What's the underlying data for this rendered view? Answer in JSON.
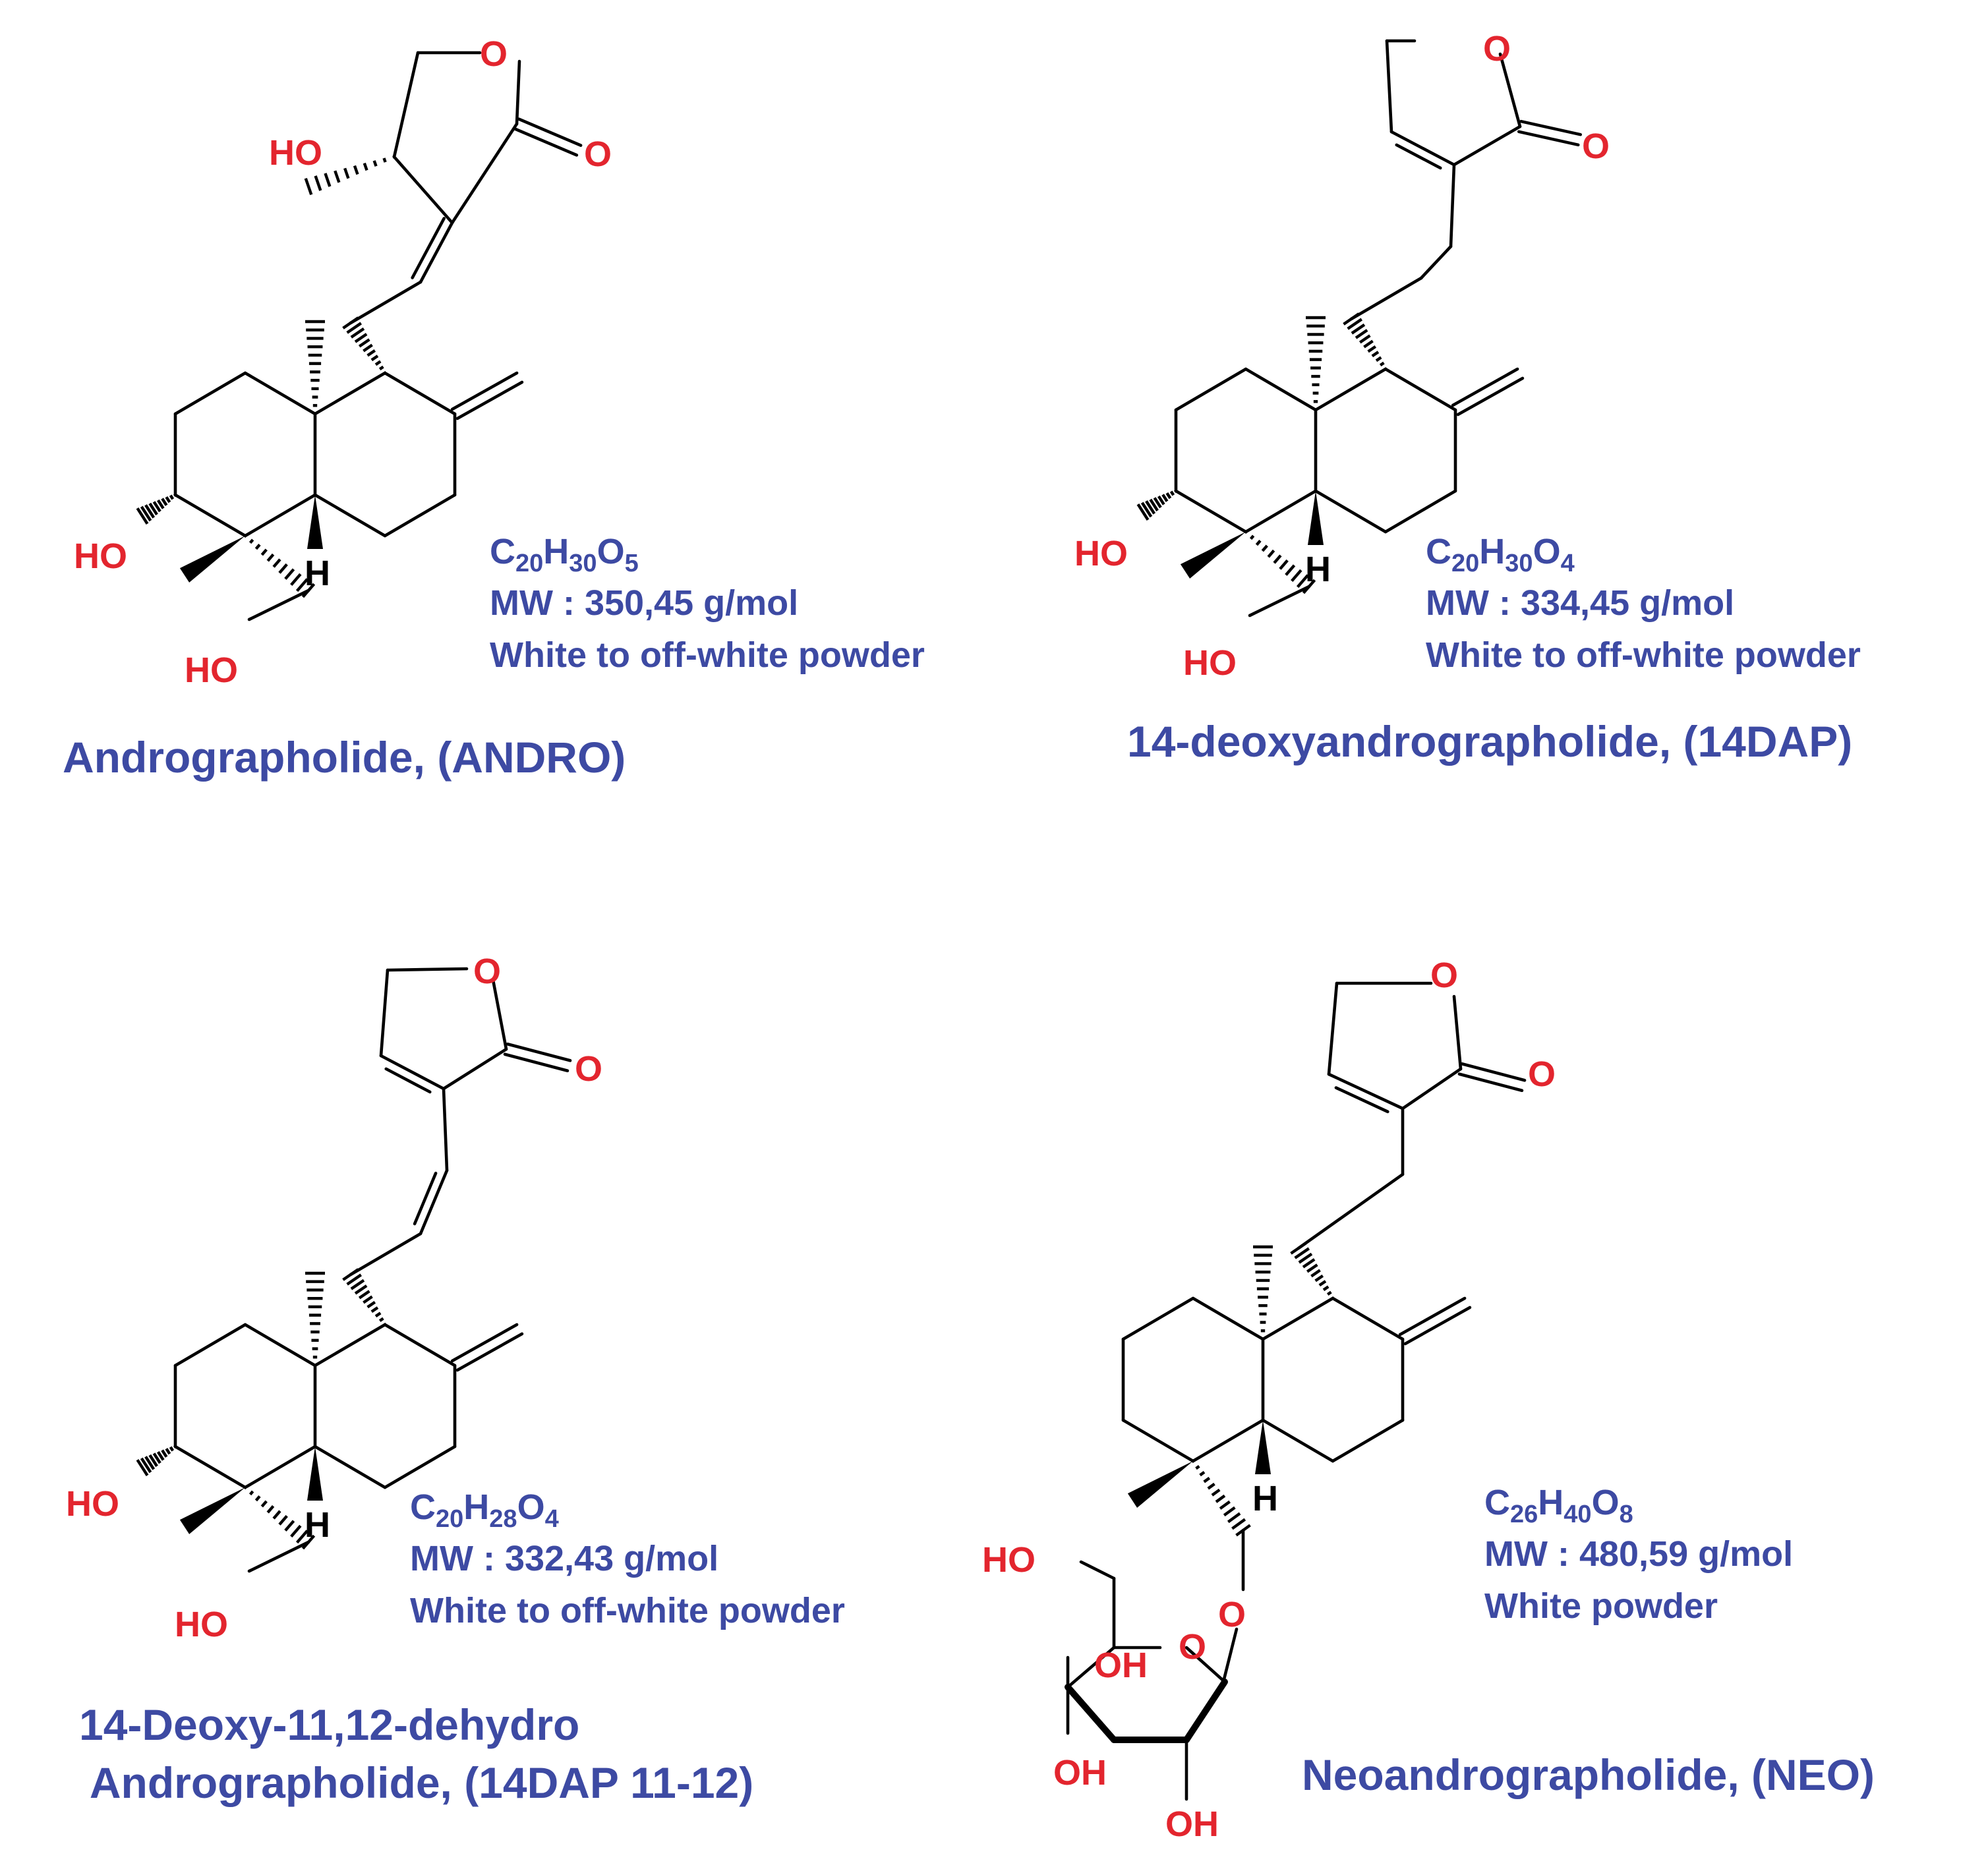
{
  "compounds": [
    {
      "name_lines": [
        "Andrographolide, (ANDRO)"
      ],
      "formula": [
        {
          "t": "C"
        },
        {
          "t": "20",
          "s": true
        },
        {
          "t": "H"
        },
        {
          "t": "30",
          "s": true
        },
        {
          "t": "O"
        },
        {
          "t": "5",
          "s": true
        }
      ],
      "mw": "MW : 350,45 g/mol",
      "appearance": "White to off-white powder"
    },
    {
      "name_lines": [
        "14-deoxyandrographolide, (14DAP)"
      ],
      "formula": [
        {
          "t": "C"
        },
        {
          "t": "20",
          "s": true
        },
        {
          "t": "H"
        },
        {
          "t": "30",
          "s": true
        },
        {
          "t": "O"
        },
        {
          "t": "4",
          "s": true
        }
      ],
      "mw": "MW : 334,45 g/mol",
      "appearance": "White to off-white powder"
    },
    {
      "name_lines": [
        "14-Deoxy-11,12-dehydro",
        " Andrographolide, (14DAP 11-12)"
      ],
      "formula": [
        {
          "t": "C"
        },
        {
          "t": "20",
          "s": true
        },
        {
          "t": "H"
        },
        {
          "t": "28",
          "s": true
        },
        {
          "t": "O"
        },
        {
          "t": "4",
          "s": true
        }
      ],
      "mw": "MW : 332,43 g/mol",
      "appearance": "White to off-white powder"
    },
    {
      "name_lines": [
        "Neoandrographolide, (NEO)"
      ],
      "formula": [
        {
          "t": "C"
        },
        {
          "t": "26",
          "s": true
        },
        {
          "t": "H"
        },
        {
          "t": "40",
          "s": true
        },
        {
          "t": "O"
        },
        {
          "t": "8",
          "s": true
        }
      ],
      "mw": "MW : 480,59 g/mol",
      "appearance": "White powder"
    }
  ],
  "atom_labels": {
    "O": "O",
    "HO": "HO",
    "OH": "OH",
    "H": "H"
  },
  "colors": {
    "heteroatom": "#e3252e",
    "text": "#3d4aa3",
    "bond": "#000000"
  }
}
